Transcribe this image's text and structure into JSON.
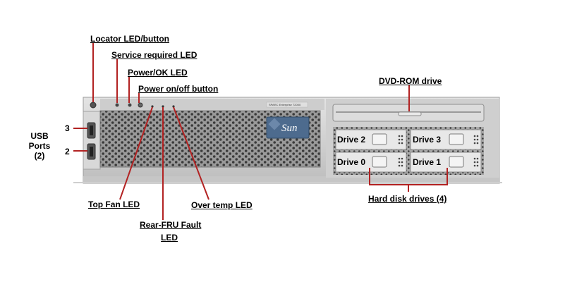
{
  "callouts": {
    "locator": "Locator LED/button",
    "service_required": "Service required LED",
    "power_ok": "Power/OK LED",
    "power_button": "Power on/off button",
    "dvd": "DVD-ROM drive",
    "top_fan": "Top Fan LED",
    "rear_fru_line1": "Rear-FRU Fault",
    "rear_fru_line2": "LED",
    "over_temp": "Over temp LED",
    "hard_disks": "Hard disk drives (4)"
  },
  "usb": {
    "line1": "USB",
    "line2": "Ports",
    "line3": "(2)",
    "port_top": "3",
    "port_bottom": "2"
  },
  "drives": {
    "d2": "Drive 2",
    "d3": "Drive 3",
    "d0": "Drive 0",
    "d1": "Drive 1"
  },
  "badge": {
    "logo": "Sun",
    "model": "SPARC Enterprise T2000"
  },
  "colors": {
    "chassis": "#d3d3d3",
    "vent_panel": "#8a8a8a",
    "badge": "#4d6b8e",
    "leader": "#b22222"
  }
}
